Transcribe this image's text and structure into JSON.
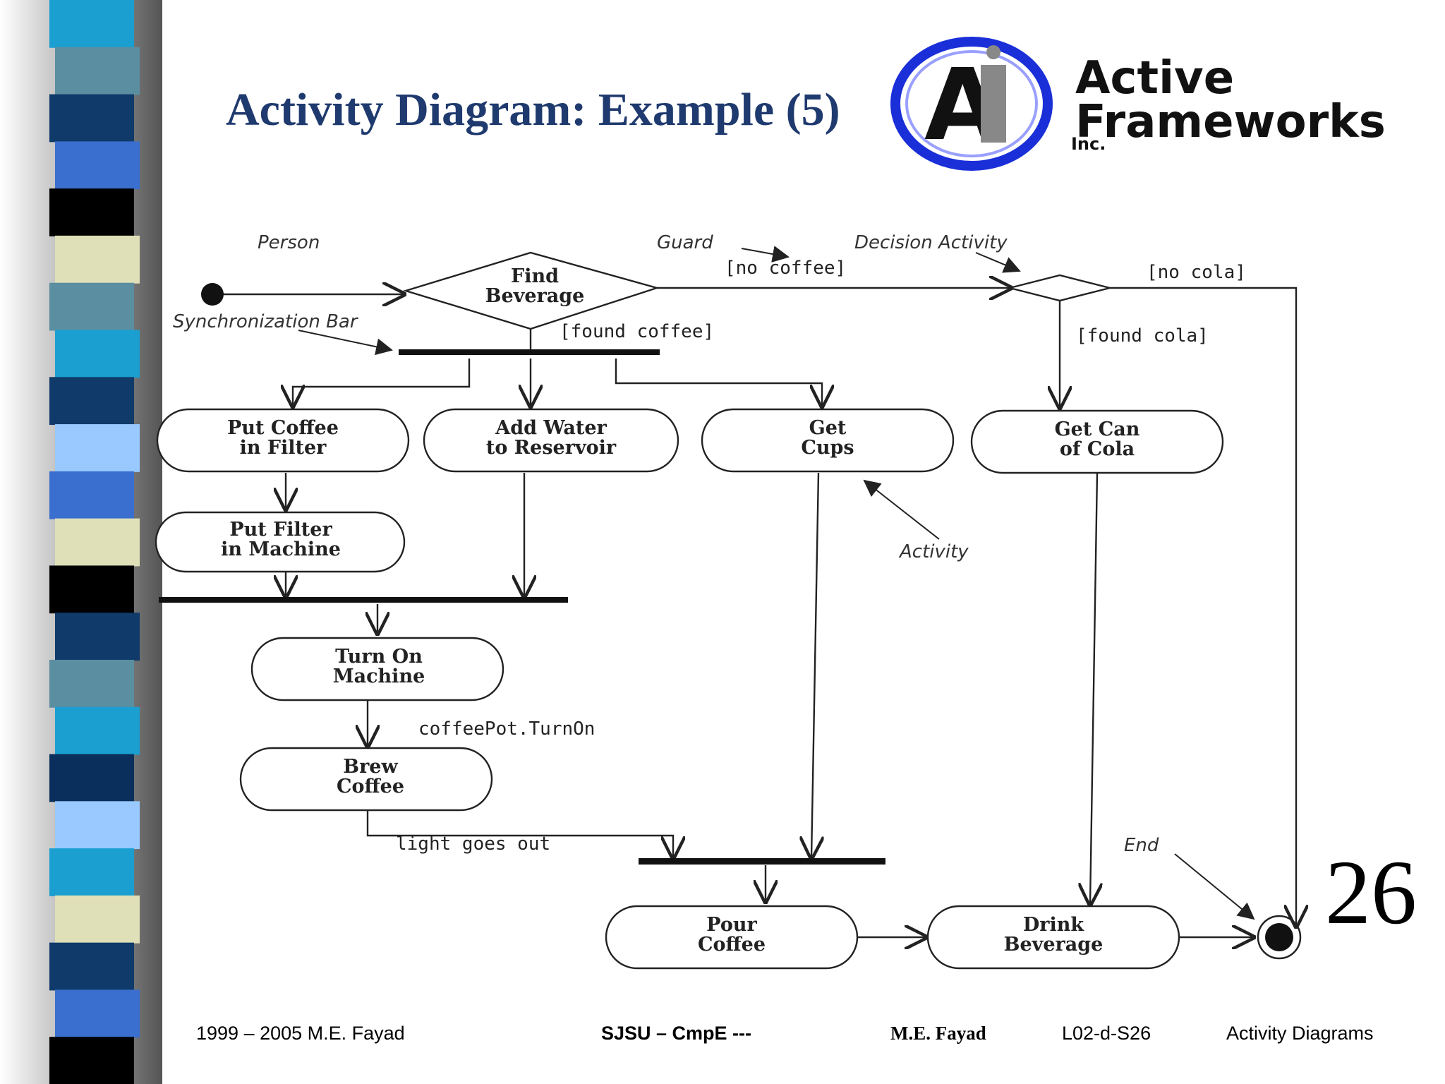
{
  "slide": {
    "title": "Activity Diagram: Example (5)",
    "number": "26"
  },
  "logo": {
    "line1": "Active",
    "line2": "Frameworks",
    "suffix": "Inc."
  },
  "diagram": {
    "swimlane": "Person",
    "notes": {
      "guard": "Guard",
      "decision": "Decision Activity",
      "sync_bar": "Synchronization Bar",
      "activity": "Activity",
      "end": "End"
    },
    "activities": {
      "find_beverage": [
        "Find",
        "Beverage"
      ],
      "put_coffee": [
        "Put Coffee",
        "in Filter"
      ],
      "add_water": [
        "Add Water",
        "to Reservoir"
      ],
      "get_cups": [
        "Get",
        "Cups"
      ],
      "get_can": [
        "Get Can",
        "of Cola"
      ],
      "put_filter": [
        "Put Filter",
        "in Machine"
      ],
      "turn_on": [
        "Turn On",
        "Machine"
      ],
      "brew": [
        "Brew",
        "Coffee"
      ],
      "pour": [
        "Pour",
        "Coffee"
      ],
      "drink": [
        "Drink",
        "Beverage"
      ]
    },
    "guards": {
      "no_coffee": "[no coffee]",
      "found_coffee": "[found coffee]",
      "no_cola": "[no cola]",
      "found_cola": "[found cola]"
    },
    "events": {
      "turn_on": "coffeePot.TurnOn",
      "light": "light goes out"
    }
  },
  "footer": {
    "left": "1999 – 2005 M.E. Fayad",
    "center": "SJSU – CmpE ---",
    "author": "M.E. Fayad",
    "id": "L02-d-S26",
    "topic": "Activity Diagrams"
  },
  "colors": {
    "title": "#1f3a6e",
    "bar_stripes": [
      "#1a9fd0",
      "#5a8ea0",
      "#0f3a6a",
      "#3a6fcf",
      "#e0e0b8",
      "#000000",
      "#99c9ff",
      "#0a2f5c"
    ]
  }
}
